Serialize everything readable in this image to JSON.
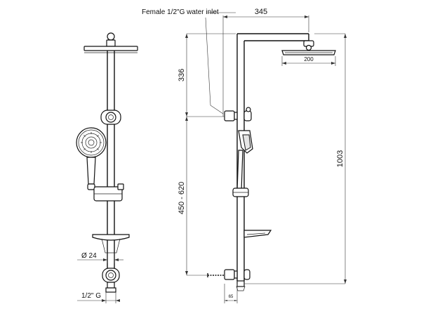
{
  "annotations": {
    "inlet_note": "Female 1/2\"G water inlet",
    "dim_arm_length": "345",
    "dim_head_width": "200",
    "dim_top_height": "336",
    "dim_total_height": "1003",
    "dim_adjust_range": "450 - 620",
    "dim_pipe_diameter": "Ø 24",
    "dim_thread": "1/2\" G",
    "dim_wall_offset": "65"
  }
}
